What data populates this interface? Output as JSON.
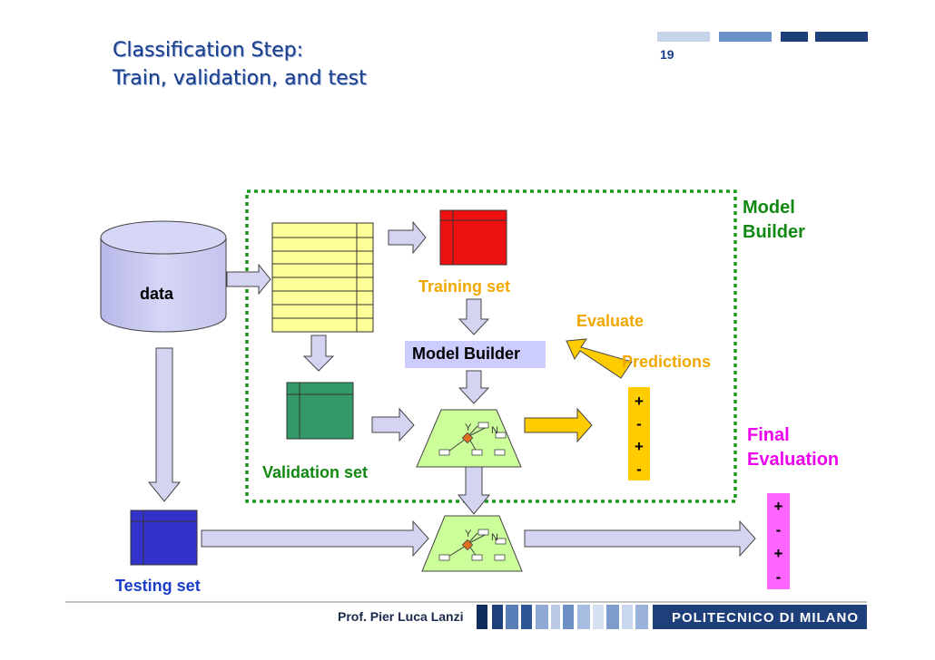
{
  "slide": {
    "title_line1": "Classification Step:",
    "title_line2": "Train, validation, and test",
    "page_number": "19"
  },
  "diagram": {
    "data_label": "data",
    "training_set_label": "Training set",
    "model_builder_box": "Model Builder",
    "model_builder_corner": "Model\nBuilder",
    "evaluate_label": "Evaluate",
    "predictions_label": "Predictions",
    "validation_set_label": "Validation set",
    "testing_set_label": "Testing set",
    "final_evaluation_label": "Final\nEvaluation",
    "tree_yes": "Y",
    "tree_no": "N",
    "predictions_values": [
      "+",
      "-",
      "+",
      "-"
    ],
    "final_values": [
      "+",
      "-",
      "+",
      "-"
    ]
  },
  "footer": {
    "author": "Prof. Pier Luca Lanzi",
    "institution": "POLITECNICO DI MILANO"
  },
  "colors": {
    "title_blue": "#1a3e8c",
    "training_red": "#ee1111",
    "validation_green": "#339966",
    "testing_blue": "#3333cc",
    "dataset_yellow": "#ffff99",
    "arrow_fill": "#d4d4f2",
    "orange_text": "#f0a800",
    "green_text": "#118811",
    "magenta_text": "#ee00ee",
    "tree_fill": "#ccff99",
    "prediction_fill": "#ffcc00",
    "final_fill": "#ff66ff"
  }
}
